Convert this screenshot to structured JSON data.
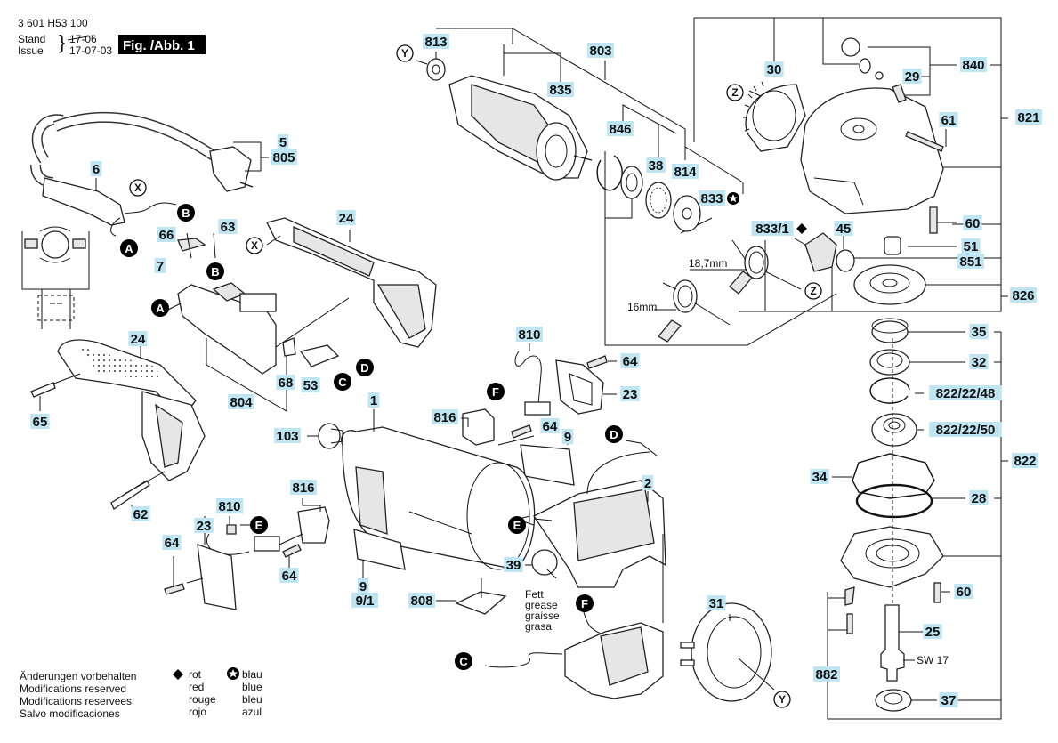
{
  "header": {
    "part_number": "3 601 H53 100",
    "stand_label": "Stand",
    "issue_label": "Issue",
    "old_date": "17-06",
    "issue_date": "17-07-03",
    "figure_label": "Fig. /Abb. 1"
  },
  "footer": {
    "notes": [
      "Änderungen vorbehalten",
      "Modifications reserved",
      "Modifications reservees",
      "Salvo modificaciones"
    ],
    "legend_red": {
      "icon": "diamond-icon",
      "labels": [
        "rot",
        "red",
        "rouge",
        "rojo"
      ]
    },
    "legend_blue": {
      "icon": "star-circle-icon",
      "labels": [
        "blau",
        "blue",
        "bleu",
        "azul"
      ]
    }
  },
  "colors": {
    "label_background": "#bfe4f2",
    "ink": "#111111"
  },
  "part_labels": {
    "p813": "813",
    "p803": "803",
    "p835": "835",
    "p846": "846",
    "p38": "38",
    "p814": "814",
    "p833": "833",
    "p833_1": "833/1",
    "p30": "30",
    "p29": "29",
    "p840": "840",
    "p61": "61",
    "p821": "821",
    "p60a": "60",
    "p51": "51",
    "p851": "851",
    "p45": "45",
    "p826": "826",
    "p35": "35",
    "p32": "32",
    "p822_22_48": "822/22/48",
    "p822_22_50": "822/22/50",
    "p822": "822",
    "p34": "34",
    "p28": "28",
    "p60b": "60",
    "p25": "25",
    "p882": "882",
    "p37": "37",
    "p5": "5",
    "p805": "805",
    "p6": "6",
    "p66": "66",
    "p63": "63",
    "p7": "7",
    "p24a": "24",
    "p24b": "24",
    "p65": "65",
    "p804": "804",
    "p68": "68",
    "p53": "53",
    "p62": "62",
    "p810a": "810",
    "p64a": "64",
    "p23a": "23",
    "p816a": "816",
    "p64b": "64",
    "p9a": "9",
    "p1": "1",
    "p103": "103",
    "p2": "2",
    "p816b": "816",
    "p810b": "810",
    "p23b": "23",
    "p64c": "64",
    "p64d": "64",
    "p9b": "9",
    "p9_1": "9/1",
    "p808": "808",
    "p39": "39",
    "p31": "31"
  },
  "annotations": {
    "dim_18_7": "18,7mm",
    "dim_16": "16mm",
    "sw17": "SW 17",
    "grease": [
      "Fett",
      "grease",
      "graisse",
      "grasa"
    ]
  },
  "connectors": {
    "A": "A",
    "B": "B",
    "C": "C",
    "D": "D",
    "E": "E",
    "F": "F"
  },
  "refs": {
    "X": "X",
    "Y": "Y",
    "Z": "Z"
  }
}
